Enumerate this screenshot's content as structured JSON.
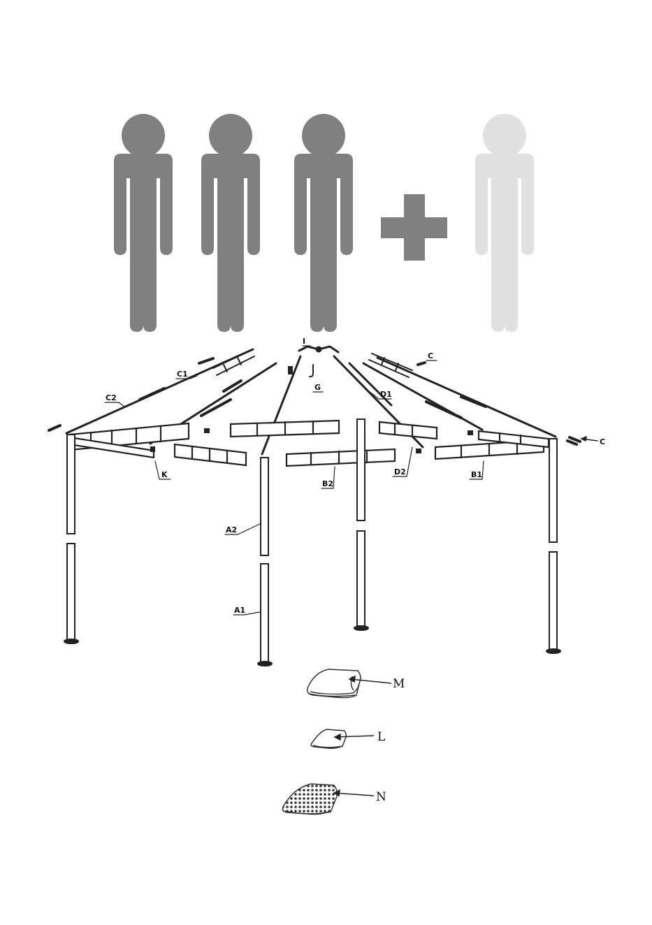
{
  "people": {
    "count_required": 3,
    "count_optional": 1,
    "required_color": "#808080",
    "optional_color": "#e1e1e1",
    "plus_color": "#808080"
  },
  "labels": {
    "I": "I",
    "C_top": "C",
    "C_side": "C",
    "C1": "C1",
    "C2": "C2",
    "G": "G",
    "D1": "D1",
    "D2": "D2",
    "K": "K",
    "B1": "B1",
    "B2": "B2",
    "A2": "A2",
    "A1": "A1",
    "M": "M",
    "L": "L",
    "N": "N"
  }
}
